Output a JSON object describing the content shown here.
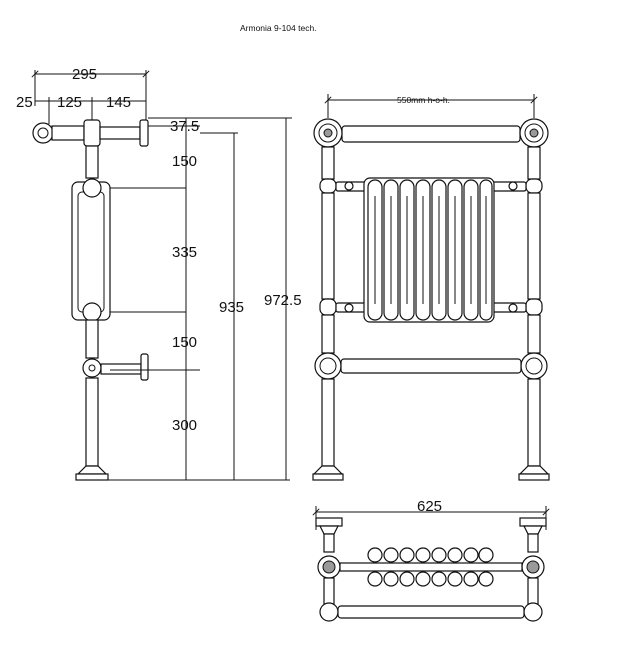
{
  "title": "Armonia 9-104 tech.",
  "side_view": {
    "dims_top": {
      "overall": "295",
      "d1": "25",
      "d2": "125",
      "d3": "145"
    },
    "dims_vertical": [
      "37.5",
      "150",
      "335",
      "150",
      "300"
    ],
    "dim_935": "935",
    "dim_972": "972.5"
  },
  "front_view": {
    "centres_label": "550mm h-o-h."
  },
  "top_view": {
    "width": "625"
  }
}
